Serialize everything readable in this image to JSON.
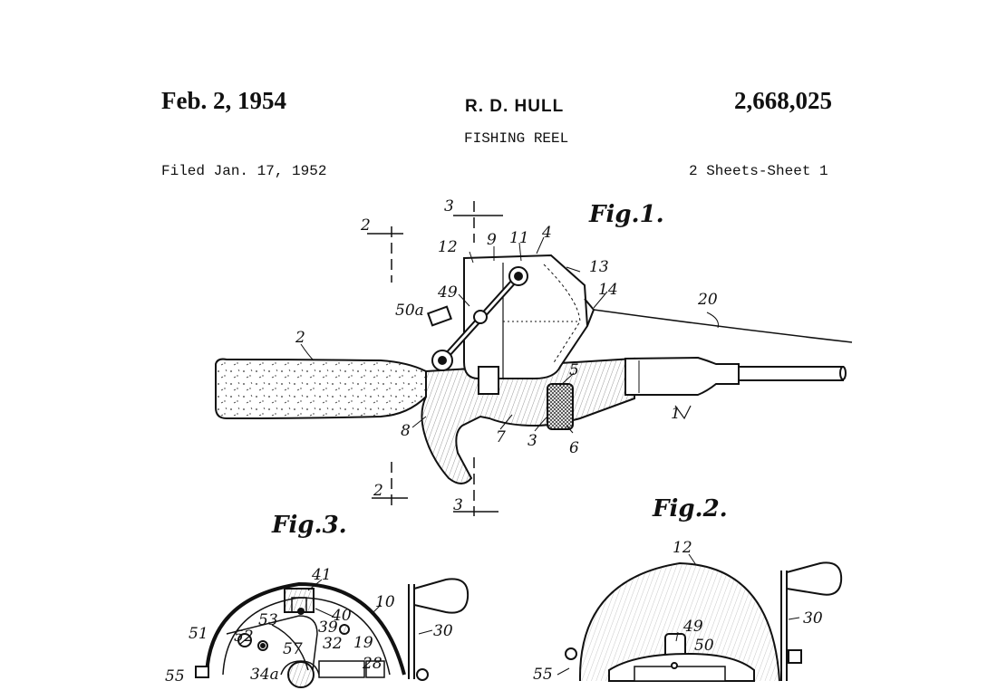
{
  "header": {
    "date": "Feb. 2, 1954",
    "inventor": "R. D. HULL",
    "patent_number": "2,668,025",
    "title": "FISHING REEL",
    "filed": "Filed Jan. 17, 1952",
    "sheets": "2 Sheets-Sheet 1"
  },
  "figures": {
    "fig1": {
      "label": "Fig.1.",
      "refs": {
        "r2": "2",
        "r3": "3",
        "r4": "4",
        "r5": "5",
        "r6": "6",
        "r7": "7",
        "r8": "8",
        "r9": "9",
        "r11": "11",
        "r12": "12",
        "r13": "13",
        "r14": "14",
        "r20": "20",
        "r49": "49",
        "r50a": "50a",
        "r1": "1",
        "sec2a": "2",
        "sec2b": "2",
        "sec3a": "3",
        "sec3b": "3"
      }
    },
    "fig2": {
      "label": "Fig.2.",
      "refs": {
        "r12": "12",
        "r30": "30",
        "r49": "49",
        "r50": "50",
        "r55": "55"
      }
    },
    "fig3": {
      "label": "Fig.3.",
      "refs": {
        "r41": "41",
        "r40": "40",
        "r10": "10",
        "r39": "39",
        "r19": "19",
        "r51": "51",
        "r52": "52",
        "r53": "53",
        "r57": "57",
        "r32": "32",
        "r30": "30",
        "r55": "55",
        "r34a": "34a",
        "r28": "28"
      }
    }
  }
}
